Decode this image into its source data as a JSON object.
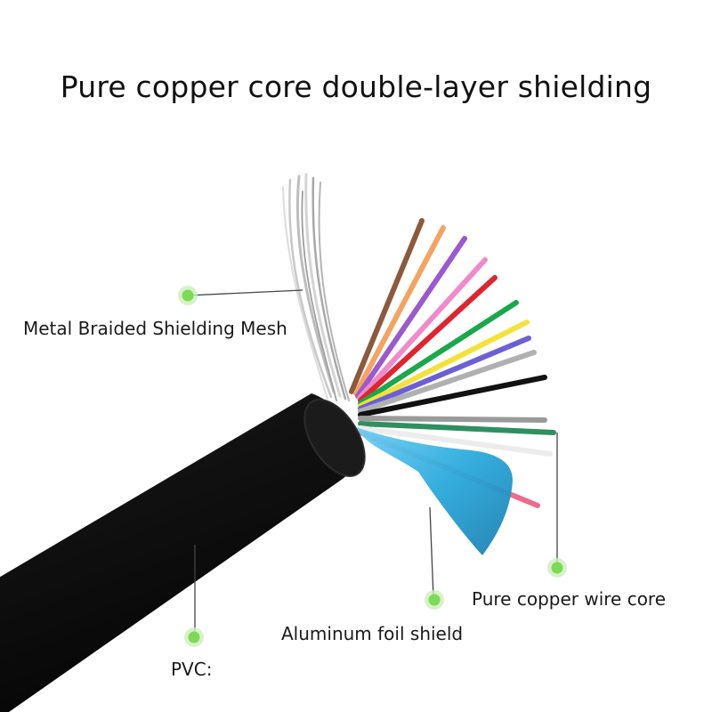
{
  "title": "Pure copper core double-layer shielding",
  "labels": {
    "braided_mesh": "Metal Braided Shielding Mesh",
    "copper_core": "Pure copper wire core",
    "aluminum_foil": "Aluminum foil shield",
    "pvc": "PVC:"
  },
  "colors": {
    "marker_dot": "#7ed957",
    "cable_jacket": "#141414",
    "foil": "#2aa9dc"
  },
  "wire_colors": [
    "#8b5a3c",
    "#f4a460",
    "#9b59d0",
    "#f08acb",
    "#e0242f",
    "#1aa84a",
    "#f2e23a",
    "#6c5fd6",
    "#a9a9a9",
    "#111111",
    "#9a9a9a",
    "#2f8f5f",
    "#ffffff",
    "#f06a8a"
  ]
}
